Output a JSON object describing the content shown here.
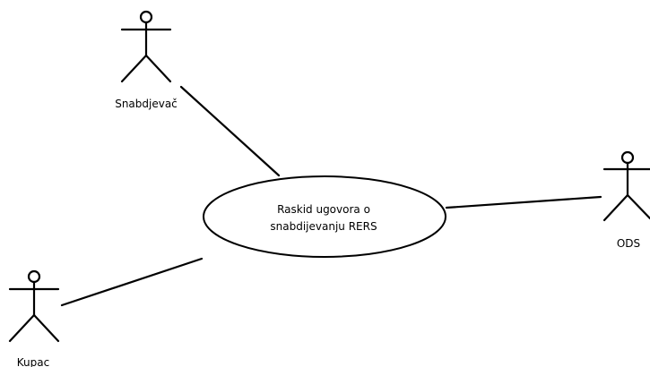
{
  "diagram": {
    "use_case": {
      "line1": "Raskid ugovora o",
      "line2": "snabdijevanju RERS"
    },
    "actors": {
      "snabdjevac": "Snabdjevač",
      "ods": "ODS",
      "kupac": "Kupac"
    },
    "colors": {
      "stroke": "#000000",
      "background": "#ffffff"
    }
  }
}
